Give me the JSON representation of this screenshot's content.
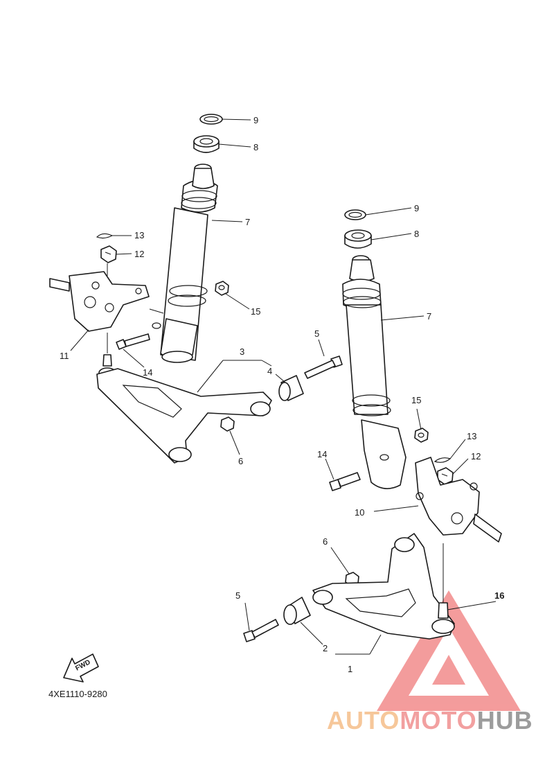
{
  "diagram": {
    "code": "4XE1110-9280",
    "fwd_label": "FWD",
    "callouts": {
      "left": [
        "9",
        "8",
        "7",
        "13",
        "12",
        "15",
        "11",
        "14",
        "3",
        "4",
        "5",
        "6"
      ],
      "right": [
        "9",
        "8",
        "7",
        "15",
        "13",
        "12",
        "14",
        "10",
        "6",
        "16",
        "5",
        "2",
        "1"
      ]
    }
  },
  "watermark": {
    "part1": "AUTO",
    "part2": "MOTO",
    "part3": "HUB",
    "colors": {
      "auto": "#f6c79a",
      "moto": "#f2a0a0",
      "hub": "#9c9c9c",
      "triangle": "#f28b8b"
    }
  }
}
